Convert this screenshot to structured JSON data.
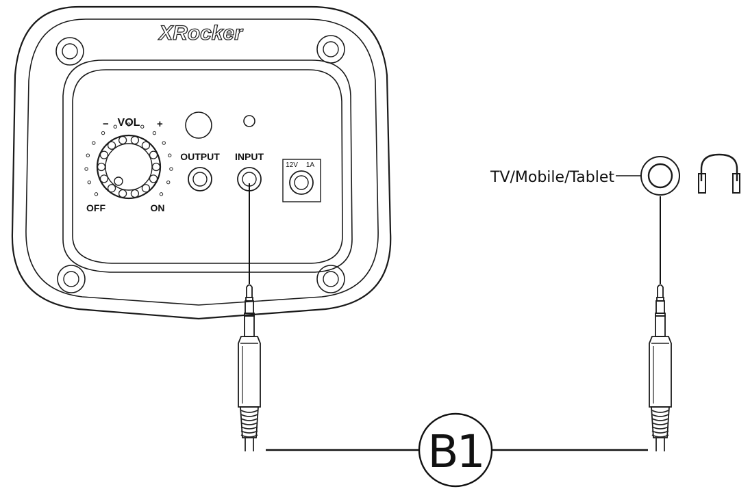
{
  "brand": {
    "logo_text": "XRocker"
  },
  "panel": {
    "volume_label": "VOL",
    "volume_minus": "−",
    "volume_plus": "+",
    "off_label": "OFF",
    "on_label": "ON",
    "output_label": "OUTPUT",
    "input_label": "INPUT",
    "power_voltage": "12V",
    "power_current": "1A"
  },
  "source": {
    "label": "TV/Mobile/Tablet",
    "icon": "headphones-icon"
  },
  "cable": {
    "label": "B1"
  }
}
